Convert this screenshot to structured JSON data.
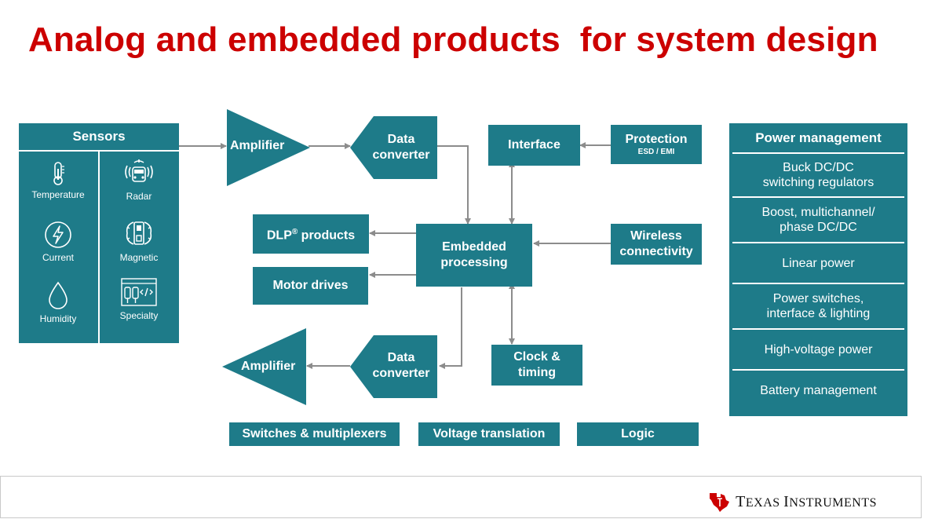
{
  "title": "Analog and embedded products  for system design",
  "sensors": {
    "title": "Sensors",
    "items": [
      {
        "label": "Temperature",
        "icon": "thermometer-icon"
      },
      {
        "label": "Radar",
        "icon": "radar-car-icon"
      },
      {
        "label": "Current",
        "icon": "lightning-icon"
      },
      {
        "label": "Magnetic",
        "icon": "magnet-icon"
      },
      {
        "label": "Humidity",
        "icon": "water-drop-icon"
      },
      {
        "label": "Specialty",
        "icon": "code-sensor-icon"
      }
    ]
  },
  "blocks": {
    "amplifier_top": "Amplifier",
    "data_converter_top": [
      "Data",
      "converter"
    ],
    "interface": "Interface",
    "protection": "Protection",
    "protection_sub": "ESD / EMI",
    "dlp": "DLP",
    "dlp_reg": "®",
    "dlp_rest": " products",
    "motor_drives": "Motor drives",
    "embedded": [
      "Embedded",
      "processing"
    ],
    "wireless": [
      "Wireless",
      "connectivity"
    ],
    "amplifier_bottom": "Amplifier",
    "data_converter_bottom": [
      "Data",
      "converter"
    ],
    "clock": [
      "Clock &",
      "timing"
    ],
    "switches": "Switches & multiplexers",
    "voltage": "Voltage translation",
    "logic": "Logic"
  },
  "power_management": {
    "title": "Power management",
    "items": [
      [
        "Buck DC/DC",
        "switching regulators"
      ],
      [
        "Boost, multichannel/",
        "phase DC/DC"
      ],
      [
        "Linear power"
      ],
      [
        "Power switches,",
        "interface & lighting"
      ],
      [
        "High-voltage power"
      ],
      [
        "Battery management"
      ]
    ]
  },
  "footer": {
    "logo_text_big1": "T",
    "logo_text_small1": "EXAS ",
    "logo_text_big2": "I",
    "logo_text_small2": "NSTRUMENTS"
  },
  "colors": {
    "title": "#cc0000",
    "teal": "#1e7b89",
    "arrow": "#8c8c8c",
    "logo_red": "#cc0000"
  }
}
